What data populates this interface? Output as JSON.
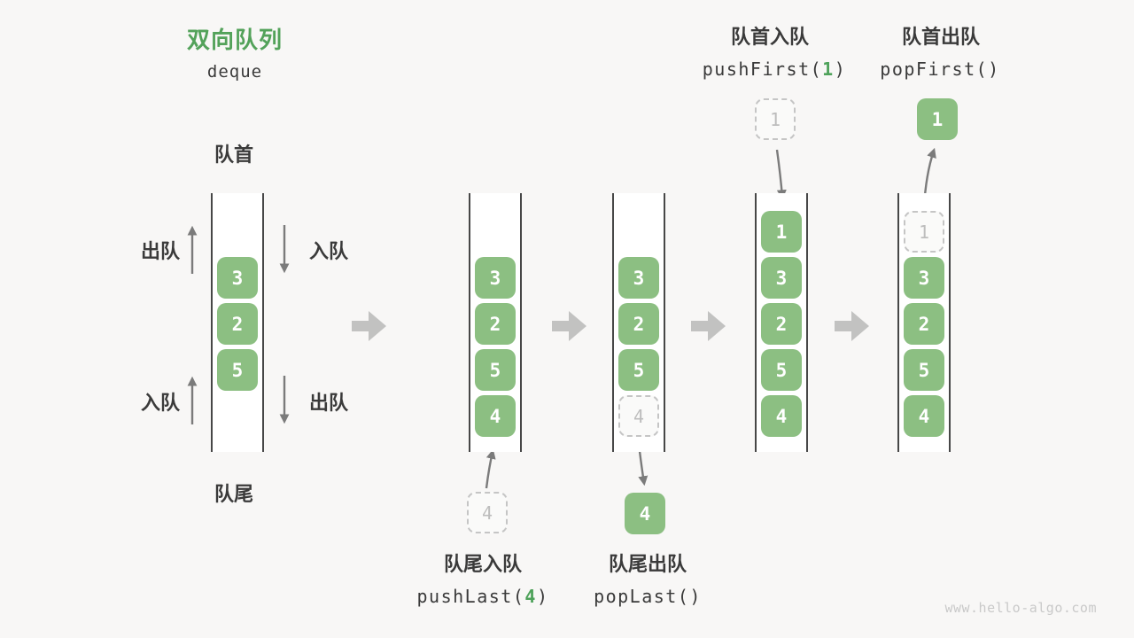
{
  "title": {
    "zh": "双向队列",
    "en": "deque"
  },
  "watermark": "www.hello-algo.com",
  "base_queue": {
    "front_label": "队首",
    "rear_label": "队尾",
    "top_left_arrow_label": "出队",
    "top_right_arrow_label": "入队",
    "bottom_left_arrow_label": "入队",
    "bottom_right_arrow_label": "出队"
  },
  "queues": {
    "initial": [
      "3",
      "2",
      "5"
    ],
    "after_push_last": [
      "3",
      "2",
      "5",
      "4"
    ],
    "pop_last_state": {
      "remaining": [
        "3",
        "2",
        "5"
      ],
      "removed": "4"
    },
    "after_push_first": [
      "1",
      "3",
      "2",
      "5",
      "4"
    ],
    "pop_first_state": {
      "removed": "1",
      "remaining": [
        "3",
        "2",
        "5",
        "4"
      ]
    }
  },
  "operations": {
    "push_last": {
      "label": "队尾入队",
      "code_prefix": "pushLast(",
      "code_arg": "4",
      "code_suffix": ")",
      "floating_value": "4"
    },
    "pop_last": {
      "label": "队尾出队",
      "code_prefix": "popLast()",
      "code_arg": "",
      "code_suffix": "",
      "floating_value": "4"
    },
    "push_first": {
      "label": "队首入队",
      "code_prefix": "pushFirst(",
      "code_arg": "1",
      "code_suffix": ")",
      "floating_value": "1"
    },
    "pop_first": {
      "label": "队首出队",
      "code_prefix": "popFirst()",
      "code_arg": "",
      "code_suffix": "",
      "floating_value": "1"
    }
  },
  "colors": {
    "box_green": "#8cbf82",
    "accent_green": "#4ea25a",
    "title_green": "#53a25a",
    "rail_gray": "#474747",
    "arrow_gray": "#7b7b7b",
    "block_arrow_gray": "#c2c2c1",
    "dashed_gray": "#c5c5c5",
    "background": "#f8f7f6"
  }
}
